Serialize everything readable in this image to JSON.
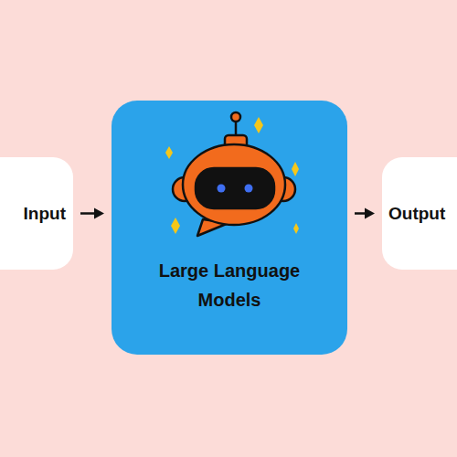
{
  "diagram": {
    "nodes": [
      {
        "text": [
          "Input"
        ]
      },
      {
        "text": [
          "Large Language Models"
        ]
      },
      {
        "text": [
          "Output"
        ]
      }
    ],
    "edges": [
      {
        "from": 0,
        "to": 1,
        "arrow": "to"
      },
      {
        "from": 1,
        "to": 2,
        "arrow": "to"
      }
    ]
  }
}
